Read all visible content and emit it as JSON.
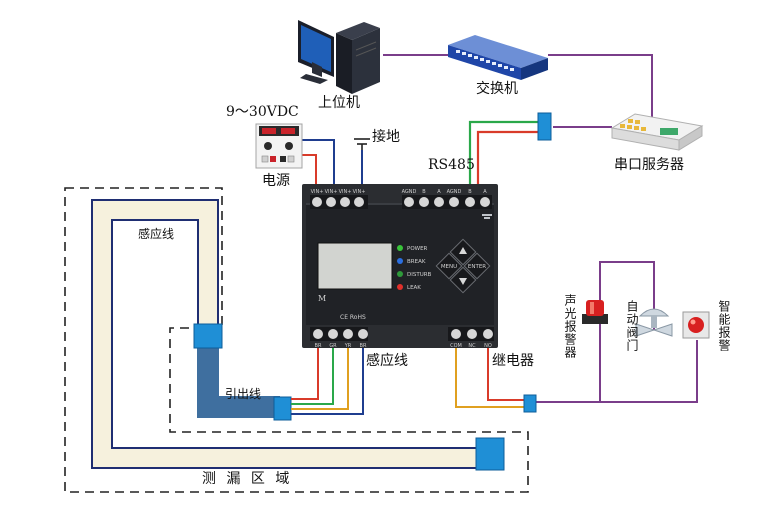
{
  "labels": {
    "host_pc": "上位机",
    "switch": "交换机",
    "serial_server": "串口服务器",
    "supply_voltage": "9～30VDC",
    "power_supply": "电源",
    "ground": "接地",
    "rs485": "RS485",
    "sensing_cable_left": "感应线",
    "sensing_cable_main": "感应线",
    "lead_cable": "引出线",
    "relay": "继电器",
    "sound_light_alarm": "声光报警器",
    "auto_valve": "自动阀门",
    "smart_alarm": "智能报警",
    "detection_area": "测 漏 区 域"
  },
  "device": {
    "indicators": [
      "POWER",
      "BREAK",
      "DISTURB",
      "LEAK"
    ],
    "indicator_colors": [
      "#39c43a",
      "#2b6fe0",
      "#2e9a3a",
      "#e0302b"
    ],
    "keys": {
      "menu": "MENU",
      "enter": "ENTER"
    },
    "model_letter": "M",
    "cert": "CE RoHS",
    "top_terminals": [
      "VIN+",
      "VIN+",
      "VIN+",
      "VIN+",
      "AGND",
      "B",
      "A",
      "AGND",
      "B",
      "A"
    ],
    "bottom_terminals": [
      "BR",
      "GR",
      "YR",
      "BR",
      "COM",
      "NC",
      "NO"
    ]
  },
  "colors": {
    "power_positive": "#d93b2a",
    "power_negative": "#1f3d8f",
    "network": "#7a3d8a",
    "rs485_a": "#2aa84a",
    "rs485_b": "#d93b2a",
    "cable_yellow": "#e0a020",
    "cable_blue": "#3f6f9f",
    "cable_fill": "#f6f1dd",
    "connector": "#1f8fd6"
  }
}
